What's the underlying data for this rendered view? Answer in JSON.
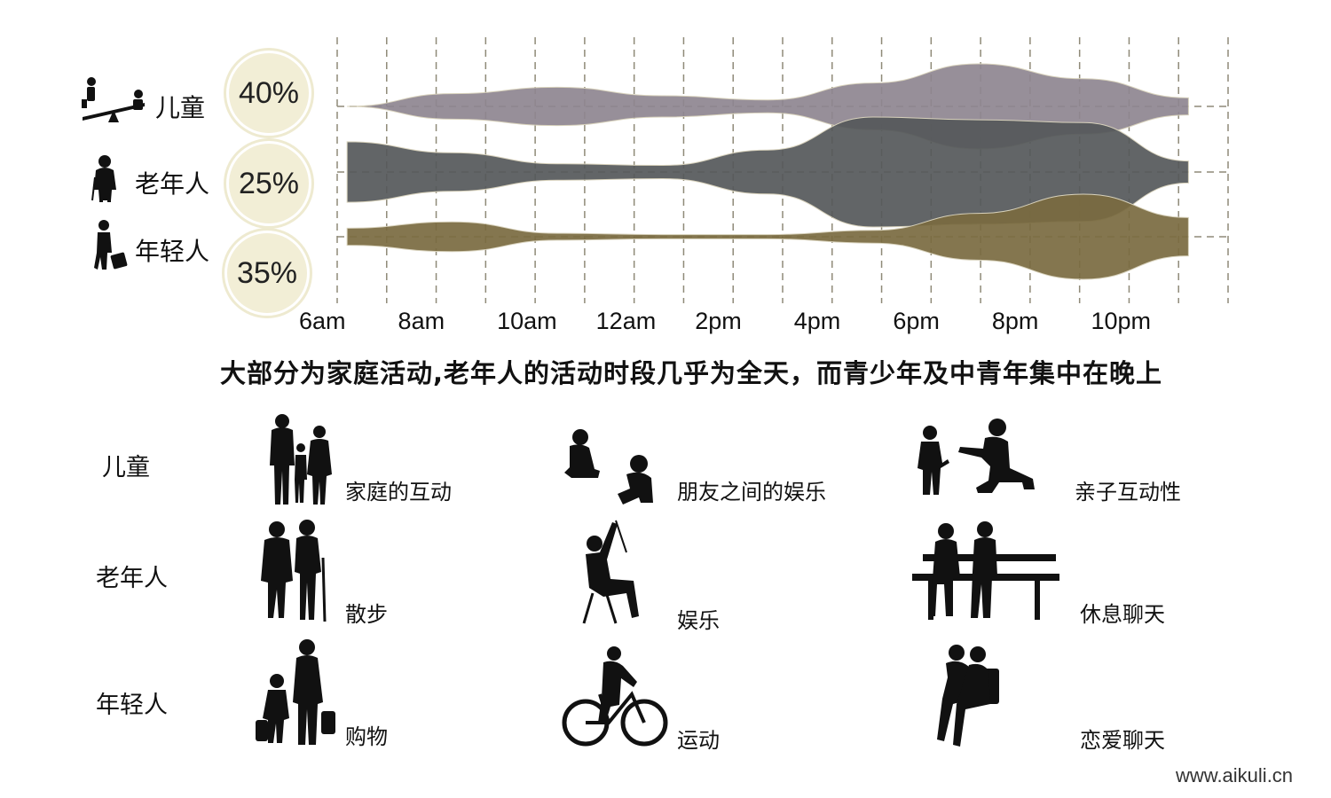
{
  "chart_data": {
    "type": "area",
    "x": [
      "6am",
      "8am",
      "10am",
      "12am",
      "2pm",
      "4pm",
      "6pm",
      "8pm",
      "10pm"
    ],
    "series": [
      {
        "name": "儿童",
        "percent": "40%",
        "values": [
          0,
          0.3,
          0.45,
          0.25,
          0.15,
          0.55,
          1.0,
          0.65,
          0.2
        ]
      },
      {
        "name": "老年人",
        "percent": "25%",
        "values": [
          0.55,
          0.35,
          0.15,
          0.12,
          0.4,
          1.0,
          0.95,
          0.9,
          0.2
        ]
      },
      {
        "name": "年轻人",
        "percent": "35%",
        "values": [
          0.2,
          0.35,
          0.08,
          0.05,
          0.05,
          0.15,
          0.55,
          1.0,
          0.45
        ]
      }
    ],
    "caption": "大部分为家庭活动,老年人的活动时段几乎为全天，而青少年及中青年集中在晚上"
  },
  "colors": {
    "grid": "#8f8a78",
    "badge": "#f2eed6",
    "children_band": "#8e8690",
    "elderly_band": "#55585a",
    "youth_band": "#7a6a40",
    "silhouette": "#111111"
  },
  "activities": {
    "rows": [
      {
        "label": "儿童",
        "items": [
          {
            "label": "家庭的互动",
            "icon": "family-silhouette-icon"
          },
          {
            "label": "朋友之间的娱乐",
            "icon": "kids-playing-silhouette-icon"
          },
          {
            "label": "亲子互动性",
            "icon": "parent-child-silhouette-icon"
          }
        ]
      },
      {
        "label": "老年人",
        "items": [
          {
            "label": "散步",
            "icon": "elderly-couple-walking-icon"
          },
          {
            "label": "娱乐",
            "icon": "seated-elder-silhouette-icon"
          },
          {
            "label": "休息聊天",
            "icon": "bench-chat-silhouette-icon"
          }
        ]
      },
      {
        "label": "年轻人",
        "items": [
          {
            "label": "购物",
            "icon": "shopping-silhouette-icon"
          },
          {
            "label": "运动",
            "icon": "cyclist-silhouette-icon"
          },
          {
            "label": "恋爱聊天",
            "icon": "couple-sitting-silhouette-icon"
          }
        ]
      }
    ]
  },
  "watermark": "www.aikuli.cn"
}
